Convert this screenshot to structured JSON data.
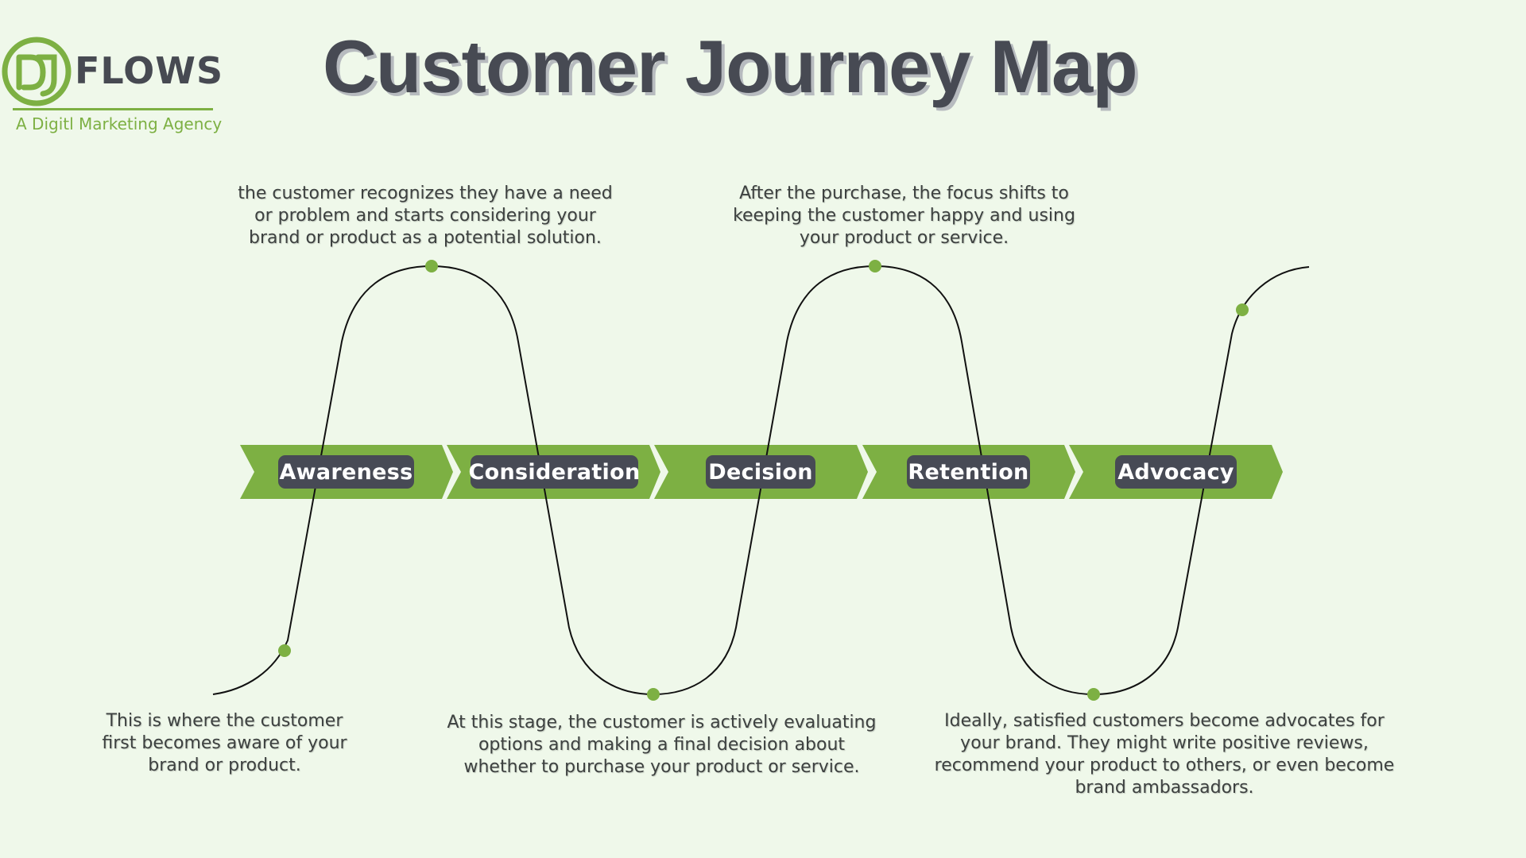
{
  "logo": {
    "mark_letters": "DJ",
    "wordmark": "FLOWS",
    "tagline": "A Digitl Marketing Agency"
  },
  "colors": {
    "background": "#eff8ea",
    "accent_green": "#7db043",
    "pill_dark": "#474a55",
    "title": "#474a53",
    "text": "#3d4140",
    "curve": "#111111"
  },
  "title": "Customer Journey Map",
  "stages": [
    {
      "label": "Awareness"
    },
    {
      "label": "Consideration"
    },
    {
      "label": "Decision"
    },
    {
      "label": "Retention"
    },
    {
      "label": "Advocacy"
    }
  ],
  "descriptions": {
    "awareness": "This is where the customer first becomes aware of your brand or product.",
    "consideration": "the customer recognizes they have a need or problem and starts considering your brand or product as a potential solution.",
    "decision": "At this stage, the customer is actively evaluating options and making a final decision about whether to purchase your product or service.",
    "retention": "After the purchase, the focus shifts to keeping the customer happy and using your product or service.",
    "advocacy": "Ideally, satisfied customers become advocates for your brand. They might write positive reviews, recommend your product to others, or even become brand ambassadors."
  }
}
